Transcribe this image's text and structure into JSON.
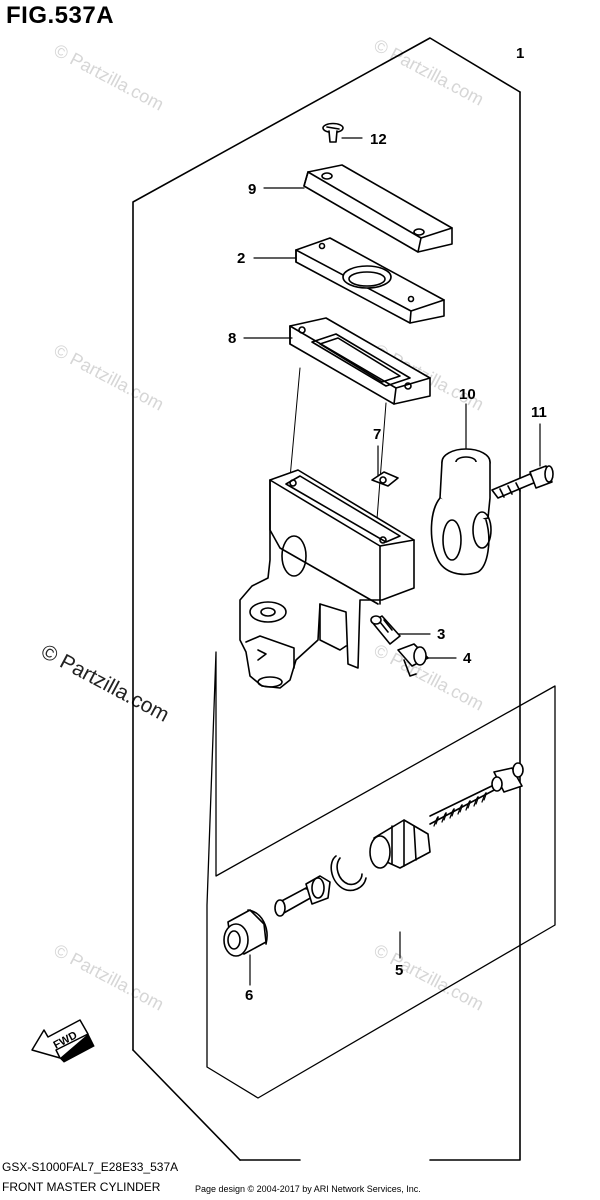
{
  "title": "FIG.537A",
  "callouts": {
    "c1": "1",
    "c2": "2",
    "c3": "3",
    "c4": "4",
    "c5": "5",
    "c6": "6",
    "c7": "7",
    "c8": "8",
    "c9": "9",
    "c10": "10",
    "c11": "11",
    "c12": "12"
  },
  "fwd_label": "FWD",
  "watermark": "© Partzilla.com",
  "footer": {
    "code": "GSX-S1000FAL7_E28E33_537A",
    "name": "FRONT MASTER CYLINDER",
    "copyright": "Page design © 2004-2017 by ARI Network Services, Inc."
  }
}
